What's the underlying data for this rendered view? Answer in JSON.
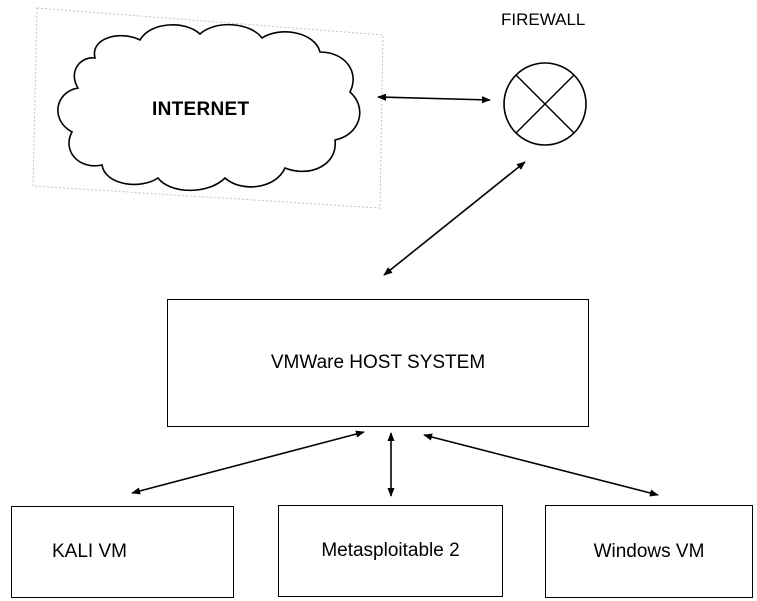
{
  "nodes": {
    "internet": {
      "label": "INTERNET",
      "shape": "cloud"
    },
    "firewall": {
      "label": "FIREWALL",
      "shape": "circle-with-x"
    },
    "host": {
      "label": "VMWare HOST SYSTEM",
      "shape": "rectangle"
    },
    "kali": {
      "label": "KALI VM",
      "shape": "rectangle"
    },
    "metasploitable": {
      "label": "Metasploitable 2",
      "shape": "rectangle"
    },
    "windows": {
      "label": "Windows VM",
      "shape": "rectangle"
    }
  },
  "connections": [
    {
      "from": "internet",
      "to": "firewall",
      "direction": "bidirectional"
    },
    {
      "from": "firewall",
      "to": "host",
      "direction": "bidirectional"
    },
    {
      "from": "host",
      "to": "kali",
      "direction": "bidirectional"
    },
    {
      "from": "host",
      "to": "metasploitable",
      "direction": "bidirectional"
    },
    {
      "from": "host",
      "to": "windows",
      "direction": "bidirectional"
    }
  ],
  "colors": {
    "stroke": "#000000",
    "background": "#ffffff",
    "cloud_frame": "#bdbdbd"
  }
}
